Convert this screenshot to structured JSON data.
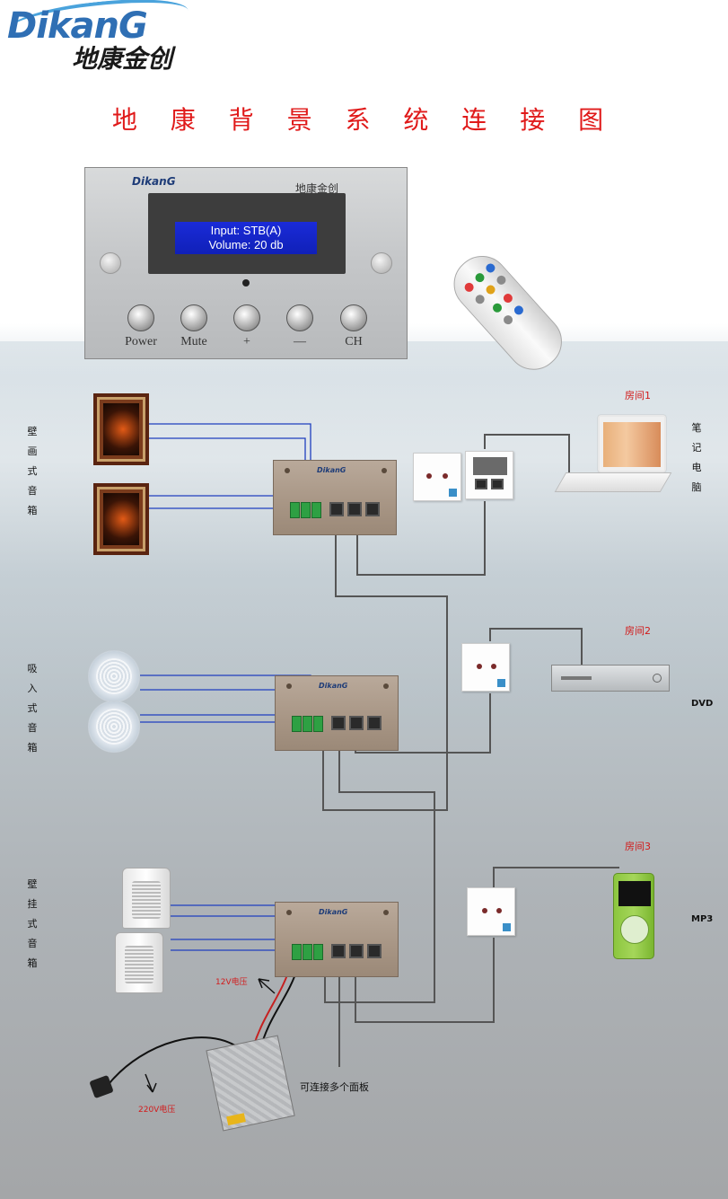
{
  "logo": {
    "en": "DikanG",
    "cn": "地康金创"
  },
  "title": "地 康 背 景 系 统 连 接 图",
  "control_panel": {
    "brand_en": "DikanG",
    "brand_cn": "地康金创",
    "lcd_line1": "Input:    STB(A)",
    "lcd_line2": "Volume:    20  db",
    "buttons": [
      "Power",
      "Mute",
      "+",
      "—",
      "CH"
    ]
  },
  "speaker_groups": [
    {
      "label": "壁画式音箱",
      "chars": [
        "壁",
        "画",
        "式",
        "音",
        "箱"
      ]
    },
    {
      "label": "吸入式音箱",
      "chars": [
        "吸",
        "入",
        "式",
        "音",
        "箱"
      ]
    },
    {
      "label": "壁挂式音箱",
      "chars": [
        "壁",
        "挂",
        "式",
        "音",
        "箱"
      ]
    }
  ],
  "rooms": [
    {
      "room": "房间1",
      "device": "笔记电脑",
      "device_chars": [
        "笔",
        "记",
        "电",
        "脑"
      ]
    },
    {
      "room": "房间2",
      "device": "DVD"
    },
    {
      "room": "房间3",
      "device": "MP3"
    }
  ],
  "module_brand": "DikanG",
  "power_labels": {
    "dc": "12V电压",
    "ac": "220V电压"
  },
  "note": "可连接多个面板",
  "colors": {
    "title": "#e01a1a",
    "room": "#d21b1b",
    "speaker_wire": "#1f3fbf",
    "data_wire": "#555555"
  }
}
